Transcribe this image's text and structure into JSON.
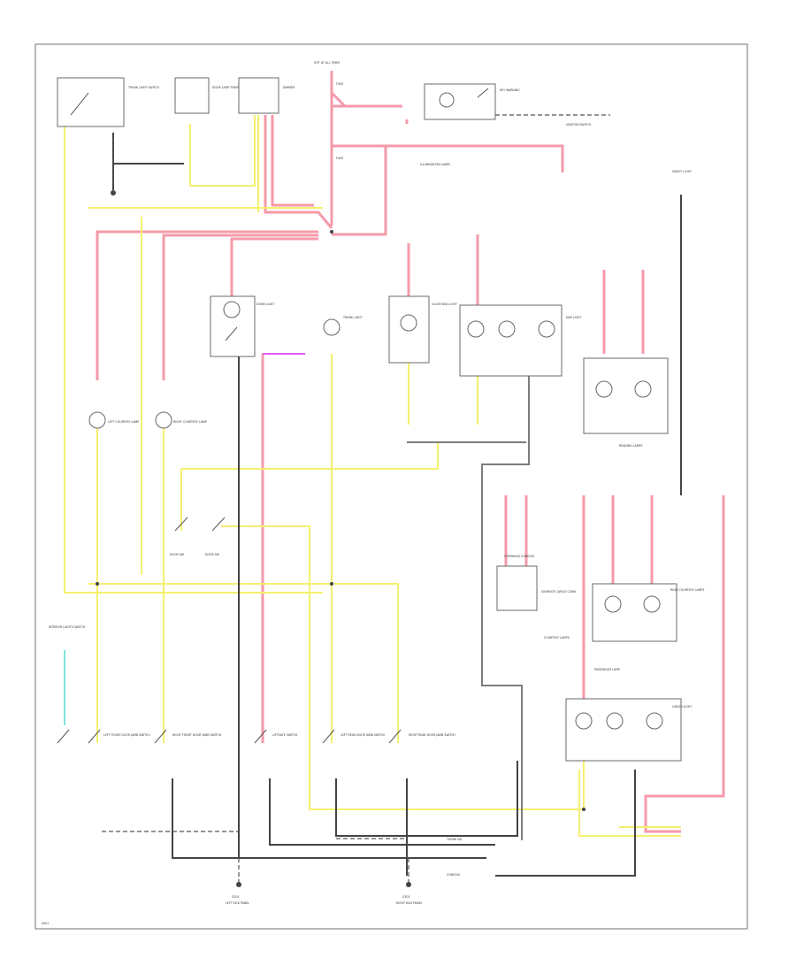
{
  "colors": {
    "red": "#f59aaa",
    "yellow": "#f3f06e",
    "black": "#444444",
    "gray": "#7d7d7d",
    "violet": "#e15cf0",
    "cyan": "#7fe3dc",
    "dash": "#555555"
  },
  "labels": {
    "hot_at_all_times": "HOT AT ALL TIMES",
    "fuse_top": "FUSE",
    "fuse_mid": "FUSE",
    "trunk_light": "TRUNK LIGHT",
    "trunk_light_sw": "TRUNK LIGHT SWITCH",
    "glove_box_light": "GLOVE BOX LIGHT",
    "door_lamp_timer": "DOOR LAMP TIMER",
    "dimmer": "DIMMER",
    "passenger_lamp": "PASSENGER LAMP",
    "courtesy_lamps": "COURTESY LAMPS",
    "interior_lights_sw": "INTERIOR LIGHTS SWITCH",
    "illumination_lamps": "ILLUMINATION LAMPS",
    "map_light": "MAP LIGHT",
    "vanity_light": "VANITY LIGHT",
    "dome_light": "DOME LIGHT",
    "cargo_light": "CARGO LIGHT",
    "rear_courtesy": "REAR COURTESY LAMPS",
    "left_courtesy": "LEFT COURTESY LAMP",
    "right_courtesy": "RIGHT COURTESY LAMP",
    "door_switch_l": "DOOR SW",
    "door_switch_r": "DOOR SW",
    "trunk_sw": "TRUNK SW",
    "left_front_door_sw": "LEFT FRONT DOOR JAMB SWITCH",
    "right_front_door_sw": "RIGHT FRONT DOOR JAMB SWITCH",
    "liftgate_sw": "LIFTGATE SWITCH",
    "left_rear_door_sw": "LEFT REAR DOOR JAMB SWITCH",
    "right_rear_door_sw": "RIGHT REAR DOOR JAMB SWITCH",
    "ground_left": "G201",
    "ground_right": "G301",
    "ground_bottom_left": "LEFT KICK PANEL",
    "ground_bottom_right": "RIGHT KICK PANEL",
    "overhead_console": "OVERHEAD CONSOLE",
    "reading_lamps": "READING LAMPS",
    "sunroof_cargo_conn": "SUNROOF CARGO CONN",
    "warning_light": "KEY WARNING",
    "ign_sw": "IGNITION SWITCH",
    "console": "CONSOLE",
    "footer": "0001"
  }
}
